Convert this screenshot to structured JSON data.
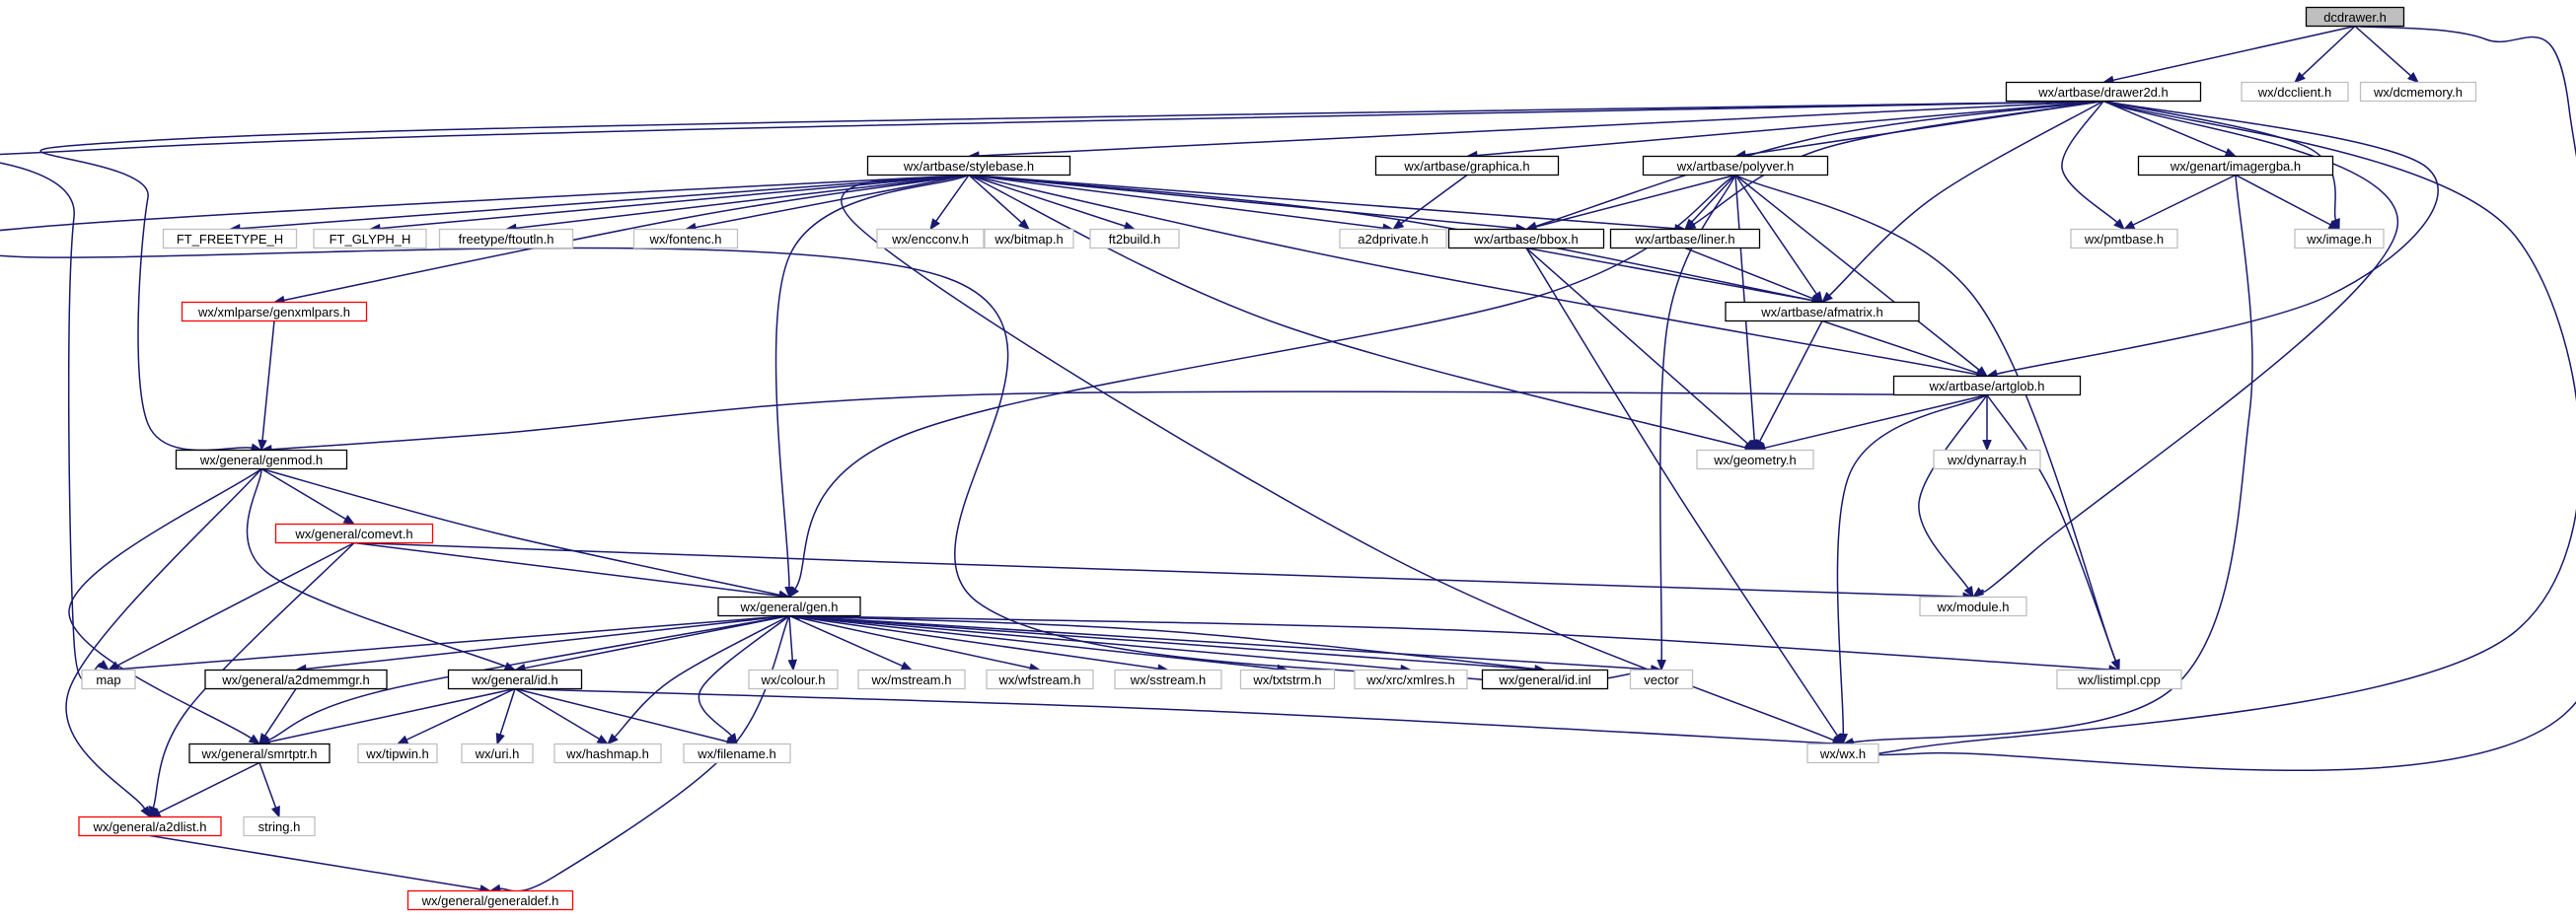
{
  "graph": {
    "colors": {
      "edge": "#191970",
      "external_border": "#bfbfbf",
      "documented_border": "#000000",
      "missing_border": "#ff0000",
      "root_fill": "#bfbfbf",
      "node_fill": "#ffffff"
    },
    "nodes": [
      {
        "id": "n_dcdrawer",
        "label": "dcdrawer.h",
        "kind": "root"
      },
      {
        "id": "n_drawer2d",
        "label": "wx/artbase/drawer2d.h",
        "kind": "documented"
      },
      {
        "id": "n_dcclient",
        "label": "wx/dcclient.h",
        "kind": "external"
      },
      {
        "id": "n_dcmemory",
        "label": "wx/dcmemory.h",
        "kind": "external"
      },
      {
        "id": "n_stylebase",
        "label": "wx/artbase/stylebase.h",
        "kind": "documented"
      },
      {
        "id": "n_graphica",
        "label": "wx/artbase/graphica.h",
        "kind": "documented"
      },
      {
        "id": "n_polyver",
        "label": "wx/artbase/polyver.h",
        "kind": "documented"
      },
      {
        "id": "n_imagergba",
        "label": "wx/genart/imagergba.h",
        "kind": "documented"
      },
      {
        "id": "n_fttype",
        "label": "FT_FREETYPE_H",
        "kind": "external"
      },
      {
        "id": "n_ftglyph",
        "label": "FT_GLYPH_H",
        "kind": "external"
      },
      {
        "id": "n_ftoutln",
        "label": "freetype/ftoutln.h",
        "kind": "external"
      },
      {
        "id": "n_fontenc",
        "label": "wx/fontenc.h",
        "kind": "external"
      },
      {
        "id": "n_encconv",
        "label": "wx/encconv.h",
        "kind": "external"
      },
      {
        "id": "n_bitmap",
        "label": "wx/bitmap.h",
        "kind": "external"
      },
      {
        "id": "n_ft2build",
        "label": "ft2build.h",
        "kind": "external"
      },
      {
        "id": "n_a2dprivate",
        "label": "a2dprivate.h",
        "kind": "external"
      },
      {
        "id": "n_bbox",
        "label": "wx/artbase/bbox.h",
        "kind": "documented"
      },
      {
        "id": "n_liner",
        "label": "wx/artbase/liner.h",
        "kind": "documented"
      },
      {
        "id": "n_pmtbase",
        "label": "wx/pmtbase.h",
        "kind": "external"
      },
      {
        "id": "n_image",
        "label": "wx/image.h",
        "kind": "external"
      },
      {
        "id": "n_genxmlpars",
        "label": "wx/xmlparse/genxmlpars.h",
        "kind": "missing"
      },
      {
        "id": "n_afmatrix",
        "label": "wx/artbase/afmatrix.h",
        "kind": "documented"
      },
      {
        "id": "n_artglob",
        "label": "wx/artbase/artglob.h",
        "kind": "documented"
      },
      {
        "id": "n_genmod",
        "label": "wx/general/genmod.h",
        "kind": "documented"
      },
      {
        "id": "n_geometry",
        "label": "wx/geometry.h",
        "kind": "external"
      },
      {
        "id": "n_dynarray",
        "label": "wx/dynarray.h",
        "kind": "external"
      },
      {
        "id": "n_comevt",
        "label": "wx/general/comevt.h",
        "kind": "missing"
      },
      {
        "id": "n_module",
        "label": "wx/module.h",
        "kind": "external"
      },
      {
        "id": "n_gen",
        "label": "wx/general/gen.h",
        "kind": "documented"
      },
      {
        "id": "n_map",
        "label": "map",
        "kind": "external"
      },
      {
        "id": "n_a2dmemmgr",
        "label": "wx/general/a2dmemmgr.h",
        "kind": "documented"
      },
      {
        "id": "n_idh",
        "label": "wx/general/id.h",
        "kind": "documented"
      },
      {
        "id": "n_colour",
        "label": "wx/colour.h",
        "kind": "external"
      },
      {
        "id": "n_mstream",
        "label": "wx/mstream.h",
        "kind": "external"
      },
      {
        "id": "n_wfstream",
        "label": "wx/wfstream.h",
        "kind": "external"
      },
      {
        "id": "n_sstream",
        "label": "wx/sstream.h",
        "kind": "external"
      },
      {
        "id": "n_txtstrm",
        "label": "wx/txtstrm.h",
        "kind": "external"
      },
      {
        "id": "n_xmlres",
        "label": "wx/xrc/xmlres.h",
        "kind": "external"
      },
      {
        "id": "n_idinl",
        "label": "wx/general/id.inl",
        "kind": "documented"
      },
      {
        "id": "n_vector",
        "label": "vector",
        "kind": "external"
      },
      {
        "id": "n_listimpl",
        "label": "wx/listimpl.cpp",
        "kind": "external"
      },
      {
        "id": "n_smrtptr",
        "label": "wx/general/smrtptr.h",
        "kind": "documented"
      },
      {
        "id": "n_tipwin",
        "label": "wx/tipwin.h",
        "kind": "external"
      },
      {
        "id": "n_uri",
        "label": "wx/uri.h",
        "kind": "external"
      },
      {
        "id": "n_hashmap",
        "label": "wx/hashmap.h",
        "kind": "external"
      },
      {
        "id": "n_filename",
        "label": "wx/filename.h",
        "kind": "external"
      },
      {
        "id": "n_wxwx",
        "label": "wx/wx.h",
        "kind": "external"
      },
      {
        "id": "n_string",
        "label": "string.h",
        "kind": "external"
      },
      {
        "id": "n_a2dlist",
        "label": "wx/general/a2dlist.h",
        "kind": "missing"
      },
      {
        "id": "n_generaldef",
        "label": "wx/general/generaldef.h",
        "kind": "missing"
      }
    ]
  }
}
